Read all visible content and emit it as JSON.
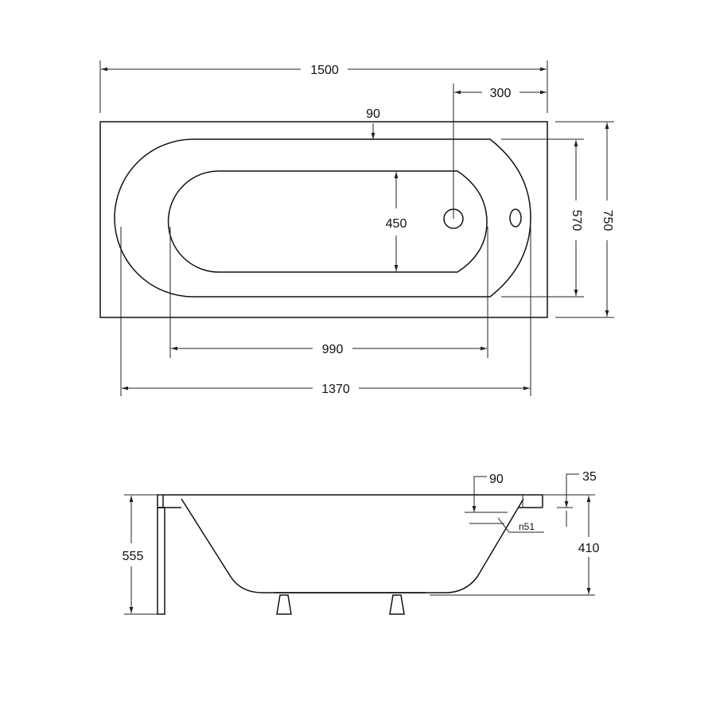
{
  "dimensions": {
    "total_length": "1500",
    "overflow_offset": "300",
    "rim_offset": "90",
    "inner_width": "450",
    "outer_width": "570",
    "total_width": "750",
    "inner_length": "990",
    "basin_length": "1370",
    "side_rim_depth": "90",
    "rim_thickness": "35",
    "overflow_diameter": "n51",
    "total_height": "555",
    "depth": "410"
  }
}
